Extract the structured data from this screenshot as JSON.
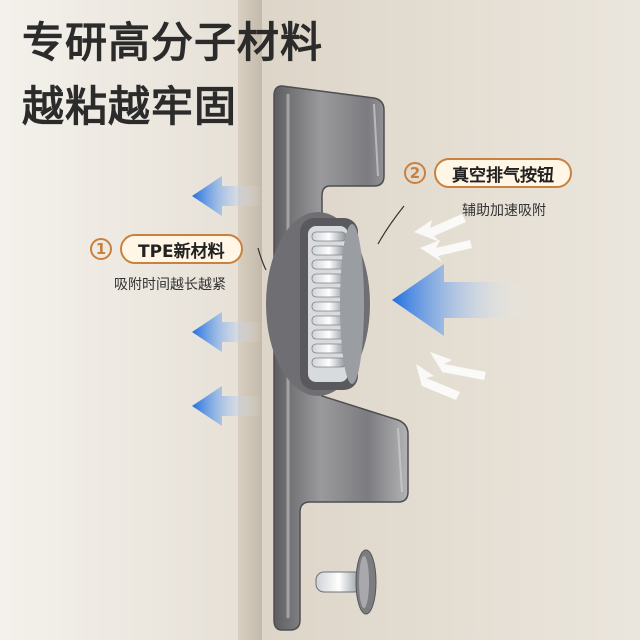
{
  "headline": {
    "line1": "专研高分子材料",
    "line2": "越粘越牢固"
  },
  "callouts": [
    {
      "number": "1",
      "label": "TPE新材料",
      "caption": "吸附时间越长越紧"
    },
    {
      "number": "2",
      "label": "真空排气按钮",
      "caption": "辅助加速吸附"
    }
  ],
  "colors": {
    "accent": "#c8813f",
    "pill_fill": "#fff6e6",
    "arrow_blue": "#1f6fe0",
    "metal": "#8c8c8e"
  },
  "icons": [
    "air-arrow-icon",
    "vent-arrow-icon"
  ]
}
